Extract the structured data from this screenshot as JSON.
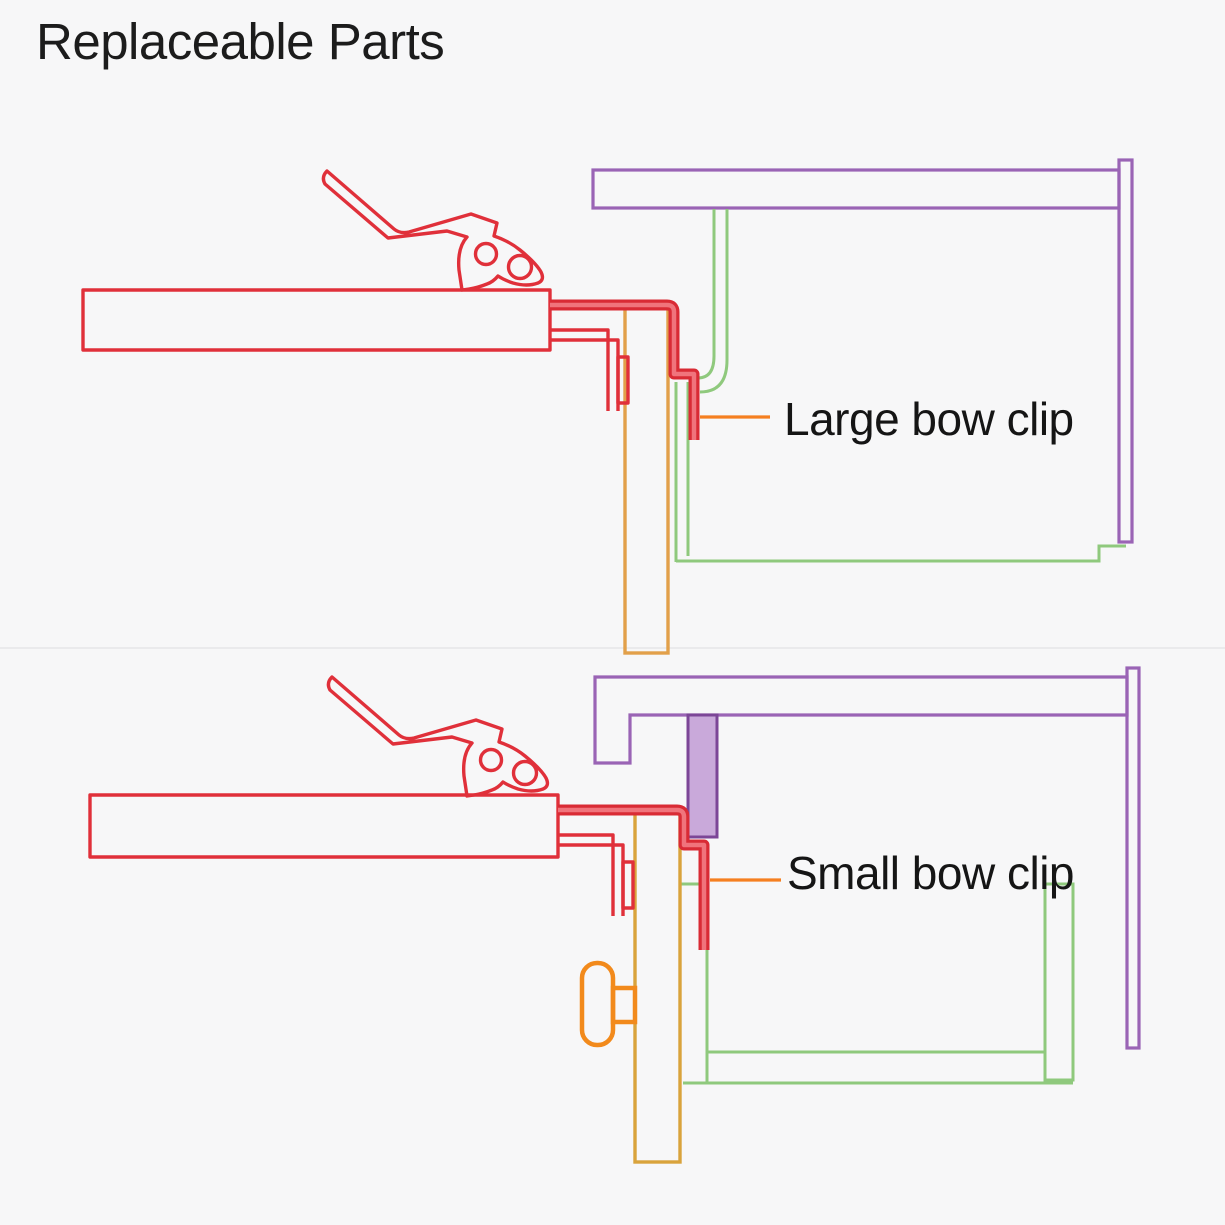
{
  "title": "Replaceable Parts",
  "labels": {
    "top": "Large bow clip",
    "bottom": "Small bow clip"
  },
  "diagrams": [
    {
      "id": "large-bow-clip",
      "label": "Large bow clip",
      "position": "top"
    },
    {
      "id": "small-bow-clip",
      "label": "Small bow clip",
      "position": "bottom"
    }
  ],
  "colors": {
    "background": "#f7f7f8",
    "red": "#e0303a",
    "red_tube_core": "#f0747c",
    "orange_plate": "#e2a04a",
    "orange_knob": "#f28a1c",
    "leader_orange": "#f57f20",
    "green": "#8fc97d",
    "purple": "#9a64b5",
    "purple_fill": "#c9a9da",
    "purple_fill_border": "#7c4697",
    "text": "#1c1c1c"
  }
}
